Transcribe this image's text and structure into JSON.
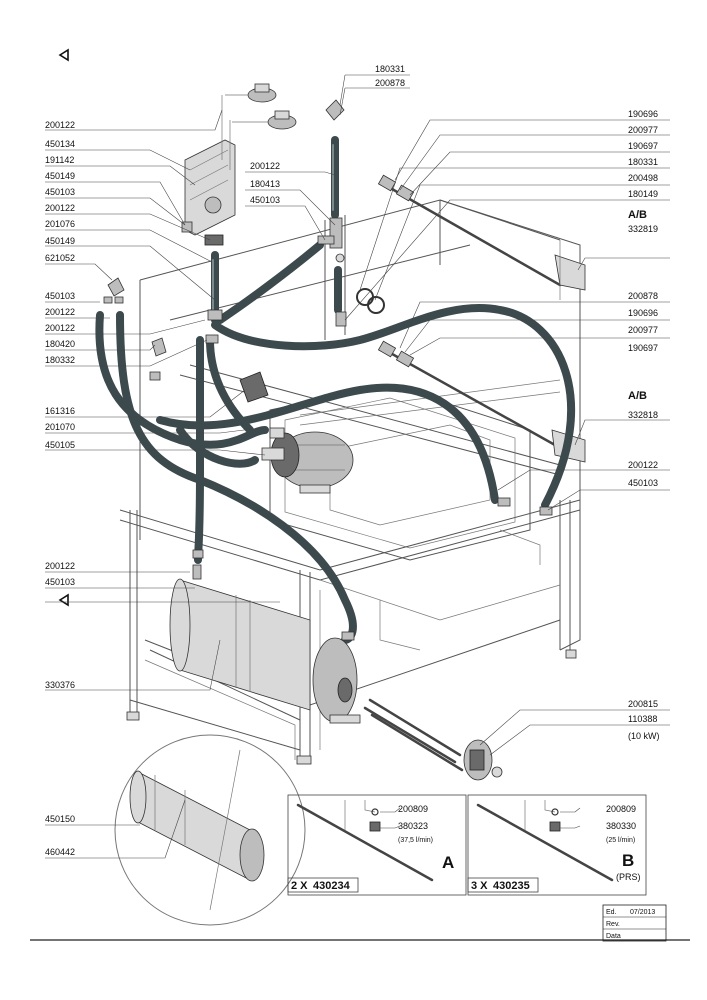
{
  "callouts": {
    "c180331_top": "180331",
    "c200878_top": "200878",
    "c190696_r1": "190696",
    "c200977_r1": "200977",
    "c190697_r1": "190697",
    "c180331_r2": "180331",
    "c200498": "200498",
    "c180149": "180149",
    "ab_1": "A/B",
    "c332819": "332819",
    "c200878_r": "200878",
    "c190696_r2": "190696",
    "c200977_r2": "200977",
    "c190697_r2": "190697",
    "ab_2": "A/B",
    "c332818": "332818",
    "c200122_r": "200122",
    "c450103_r": "450103",
    "c200122_l1": "200122",
    "c450134": "450134",
    "c191142": "191142",
    "c450149_l1": "450149",
    "c450103_l1": "450103",
    "c200122_l2": "200122",
    "c201076": "201076",
    "c450149_l2": "450149",
    "c621052": "621052",
    "c450103_l2": "450103",
    "c200122_l3": "200122",
    "c200122_l4": "200122",
    "c180420": "180420",
    "c180332": "180332",
    "c161316": "161316",
    "c201070": "201070",
    "c450105": "450105",
    "c200122_m": "200122",
    "c180413": "180413",
    "c450103_m": "450103",
    "c200122_l5": "200122",
    "c450103_l5": "450103",
    "c330376": "330376",
    "c200815": "200815",
    "c110388": "110388",
    "power": "(10 kW)",
    "c450150": "450150",
    "c460442": "460442"
  },
  "panel_a": {
    "code1": "200809",
    "code2": "380323",
    "flow": "(37,5 l/min)",
    "letter": "A",
    "qty": "2 X",
    "part": "430234"
  },
  "panel_b": {
    "code1": "200809",
    "code2": "380330",
    "flow": "(25 l/min)",
    "letter": "B",
    "sub": "(PRS)",
    "qty": "3 X",
    "part": "430235"
  },
  "revision": {
    "ed_label": "Ed.",
    "ed_value": "07/2013",
    "rev_label": "Rev.",
    "data_label": "Data"
  },
  "colors": {
    "hose": "#3c4a4d",
    "line": "#555555",
    "background": "#ffffff"
  },
  "icons": [
    "direction-triangle-icon"
  ]
}
